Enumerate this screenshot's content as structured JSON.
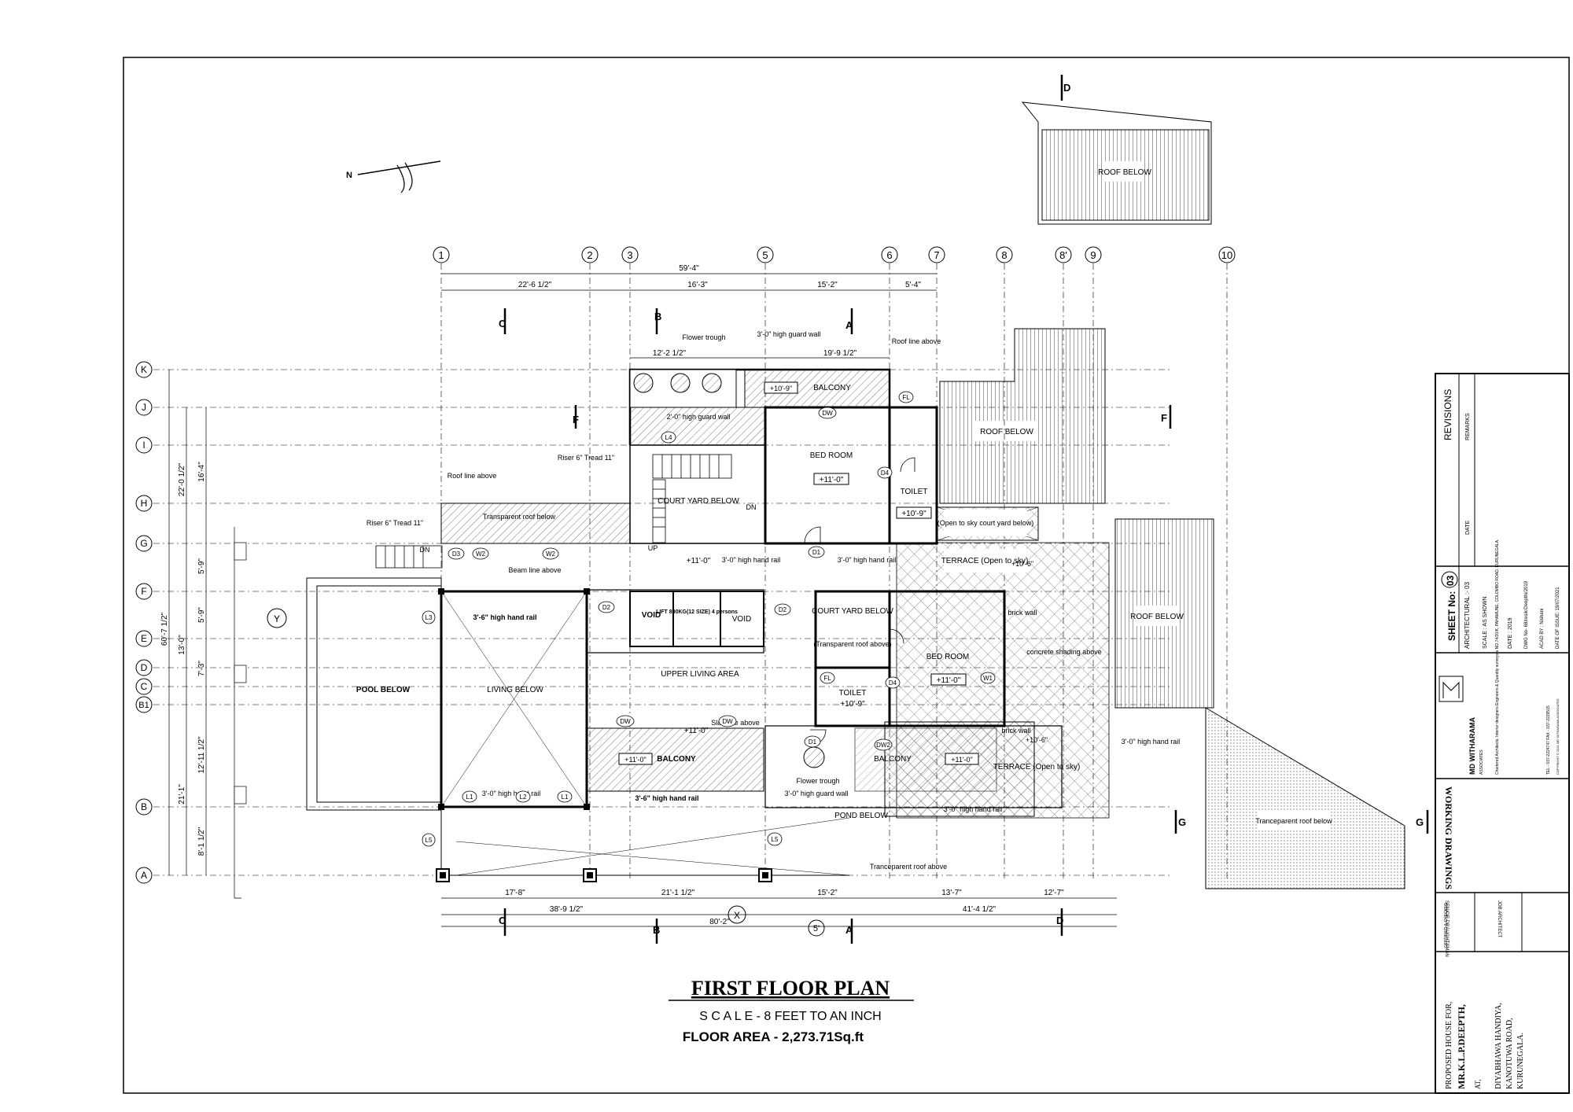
{
  "north": "N",
  "grid_cols": [
    {
      "label": "1"
    },
    {
      "label": "2"
    },
    {
      "label": "3"
    },
    {
      "label": "5"
    },
    {
      "label": "6"
    },
    {
      "label": "7"
    },
    {
      "label": "8"
    },
    {
      "label": "8'"
    },
    {
      "label": "9"
    },
    {
      "label": "10"
    }
  ],
  "grid_rows": [
    {
      "label": "K"
    },
    {
      "label": "J"
    },
    {
      "label": "I"
    },
    {
      "label": "H"
    },
    {
      "label": "G"
    },
    {
      "label": "F"
    },
    {
      "label": "E"
    },
    {
      "label": "D"
    },
    {
      "label": "C"
    },
    {
      "label": "B1"
    },
    {
      "label": "B"
    },
    {
      "label": "A"
    }
  ],
  "grid_extra": {
    "x_label": "X",
    "y_label": "Y",
    "col_5prime": "5'"
  },
  "section_markers": {
    "A": "A",
    "B": "B",
    "C": "C",
    "D": "D",
    "F": "F",
    "G": "G"
  },
  "dims_top": {
    "overall": "59'-4\"",
    "d1": "22'-6 1/2\"",
    "d2": "16'-3\"",
    "d3": "15'-2\"",
    "d4": "5'-4\"",
    "trough": "12'-2 1/2\"",
    "guard": "19'-9 1/2\""
  },
  "dims_bottom": {
    "d1": "17'-8\"",
    "d2": "21'-1 1/2\"",
    "d3": "15'-2\"",
    "d4": "13'-7\"",
    "d5": "12'-7\"",
    "e1": "38'-9 1/2\"",
    "e2": "41'-4 1/2\"",
    "overall": "80'-2\""
  },
  "dims_left": {
    "overall": "60'-7 1/2\"",
    "upper": "22'-0 1/2\"",
    "lower": "21'-1\"",
    "a1": "16'-4\"",
    "a2": "5'-9\"",
    "a3": "5'-9\"",
    "a4": "13'-0\"",
    "a5": "7'-3\"",
    "a6": "12'-11 1/2\"",
    "a7": "8'-1 1/2\""
  },
  "rooms": {
    "bed_room_1": "BED ROOM",
    "bed_room_1_level": "+11'-0\"",
    "bed_room_2": "BED ROOM",
    "bed_room_2_level": "+11'-0\"",
    "toilet_1": "TOILET",
    "toilet_1_level": "+10'-9\"",
    "toilet_2": "TOILET",
    "toilet_2_level": "+10'-9\"",
    "court_yard_1": "COURT YARD BELOW",
    "court_yard_2": "COURT YARD BELOW",
    "court_yard_2_note": "(Transparent roof above)",
    "living_below": "LIVING BELOW",
    "upper_living": "UPPER LIVING AREA",
    "upper_living_level": "+11'-0\"",
    "pool_below": "POOL BELOW",
    "pond_below": "POND BELOW",
    "void_1": "VOID",
    "void_2": "VOID",
    "lift": "LIFT 800KG(12 SIZE) 4 persons",
    "balcony_top": "BALCONY",
    "balcony_top_level": "+10'-9\"",
    "balcony_left": "BALCONY",
    "balcony_left_level": "+11'-0\"",
    "balcony_right": "BALCONY",
    "balcony_right_level": "+11'-0\"",
    "terrace_1": "TERRACE (Open to sky)",
    "terrace_1_level": "+10'-6\"",
    "terrace_2": "TERRACE (Open to sky)",
    "terrace_2_level": "+10'-6\"",
    "open_court": "(Open to sky court yard below)",
    "stair_level": "+11'-0\""
  },
  "roofs": {
    "roof1": "ROOF BELOW",
    "roof2": "ROOF BELOW",
    "roof3": "ROOF BELOW",
    "transparent_right": "Tranceparent roof below",
    "transparent_left": "Transparent roof below",
    "transparent_pond": "Tranceparent roof above"
  },
  "notes": {
    "flower_trough_top": "Flower trough",
    "guard_wall_top": "3'-0\" high guard wall",
    "roof_line_top": "Roof line above",
    "guard_wall_2": "2'-0\" high guard wall",
    "riser_top": "Riser 6\" Tread 11\"",
    "roof_line_left": "Roof line above",
    "riser_left": "Riser 6\" Tread 11\"",
    "beam_line": "Beam line above",
    "hand_rail_living": "3'-6\" high hand rail",
    "hand_rail_stair": "3'-0\" high hand rail",
    "hand_rail_court": "3'-0\" high hand rail",
    "slab_line": "Slab line above",
    "flower_trough_bottom": "Flower trough",
    "hand_rail_balcony": "3'-0\" high hand rail",
    "hand_rail_balcony2": "3'-6\" high hand rail",
    "guard_wall_bottom": "3'-0\" high guard wall",
    "hand_rail_pond": "3'-0\" high hand rail",
    "hand_rail_terrace": "3'-0\" high hand rail",
    "brick_wall_1": "brick wall",
    "brick_wall_2": "brick wall",
    "concrete_shading": "concrete shading above",
    "dn1": "DN",
    "dn2": "DN",
    "up": "UP"
  },
  "door_tags": [
    "D1",
    "D1",
    "D2",
    "D2",
    "D3",
    "D4",
    "D4",
    "W1",
    "W2",
    "W2",
    "DW",
    "DW",
    "DW",
    "DW2",
    "FL",
    "FL",
    "L1",
    "L1",
    "L2",
    "L3",
    "L4",
    "L5",
    "L5"
  ],
  "title": {
    "main": "FIRST FLOOR PLAN",
    "scale": "S C A L E - 8 FEET TO AN INCH",
    "area": "FLOOR AREA -  2,273.71Sq.ft"
  },
  "title_block": {
    "revisions": "REVISIONS",
    "remarks": "REMARKS",
    "date_col": "DATE",
    "sheet_no_label": "SHEET No:",
    "sheet_no": "03",
    "architectural": "ARCHITECTURAL :- 03",
    "scale": "SCALE : AS SHOWN",
    "date": "DATE : 2019",
    "dwg_no": "DWG No- 68/resik/Deepthi/2019",
    "acad_by": "ACAD BY : Nishani",
    "date_issue": "DATE OF ISSUE: 19/07/2021",
    "firm": "MD WITHARAMA",
    "firm_sub": "ASSOCIATES",
    "firm_desc": "Chartered Architects, Interior designers Engineers & Quantity surveyors NO.74/20/K, PAHAMUNE, COLOMBO ROAD, KURUNEGALA.",
    "tel": "TEL - 037-2224747 FAX - 037-2229515",
    "copyright": "COPYRIGHT © 2021 MD WITHARAMA ASSOCIATES",
    "working": "WORKING DRAWINGS",
    "senior": "SENIOR DRAUGHTSMAN",
    "job_arch": "JOB ARCHITECT",
    "certified": "CERTIFIED & CHECKED",
    "project": "PROPOSED HOUSE FOR,",
    "client": "MR.K.L.P.DEEPTH,",
    "at": "AT,",
    "addr1": "DIYABHAWA HANDIYA,",
    "addr2": "KANOTUWA ROAD,",
    "addr3": "KURUNEGALA."
  }
}
